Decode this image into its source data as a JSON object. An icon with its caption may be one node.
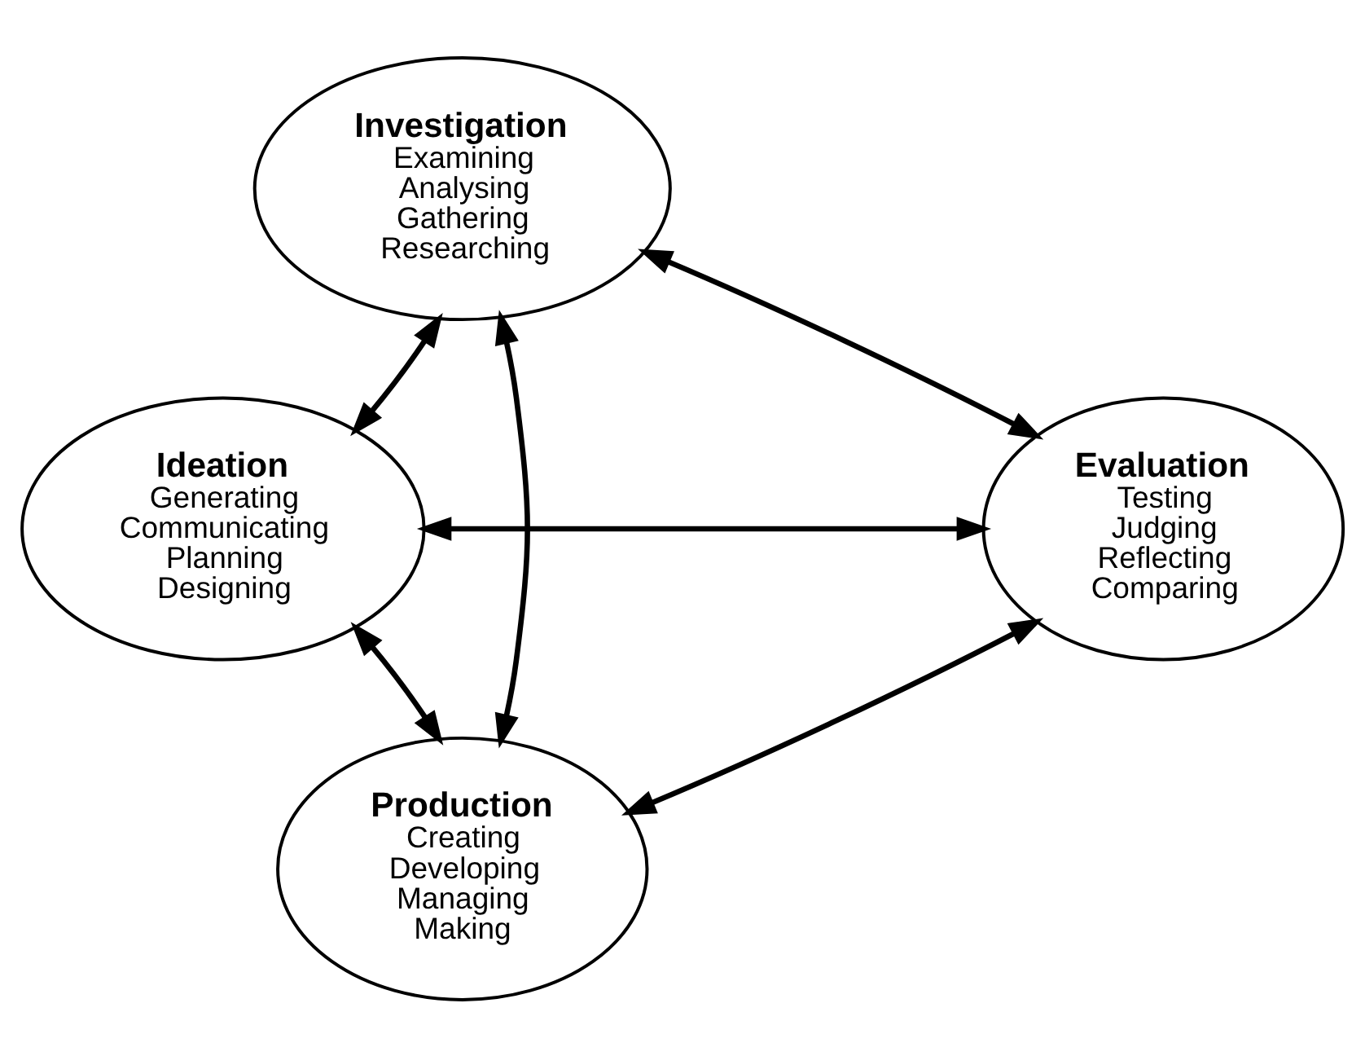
{
  "diagram": {
    "nodes": [
      {
        "text": [
          "Investigation",
          "Examining",
          "Analysing",
          "Gathering",
          "Researching"
        ]
      },
      {
        "text": [
          "Ideation",
          "Generating",
          "Communicating",
          "Planning",
          "Designing"
        ]
      },
      {
        "text": [
          "Production",
          "Creating",
          "Developing",
          "Managing",
          "Making"
        ]
      },
      {
        "text": [
          "Evaluation",
          "Testing",
          "Judging",
          "Reflecting",
          "Comparing"
        ]
      }
    ],
    "edges": [
      {
        "from": 0,
        "to": 1,
        "arrow": "both"
      },
      {
        "from": 1,
        "to": 2,
        "arrow": "both"
      },
      {
        "from": 2,
        "to": 3,
        "arrow": "both"
      },
      {
        "from": 3,
        "to": 0,
        "arrow": "both"
      },
      {
        "from": 3,
        "to": 1,
        "arrow": "both"
      },
      {
        "from": 0,
        "to": 2,
        "arrow": "both"
      }
    ]
  }
}
